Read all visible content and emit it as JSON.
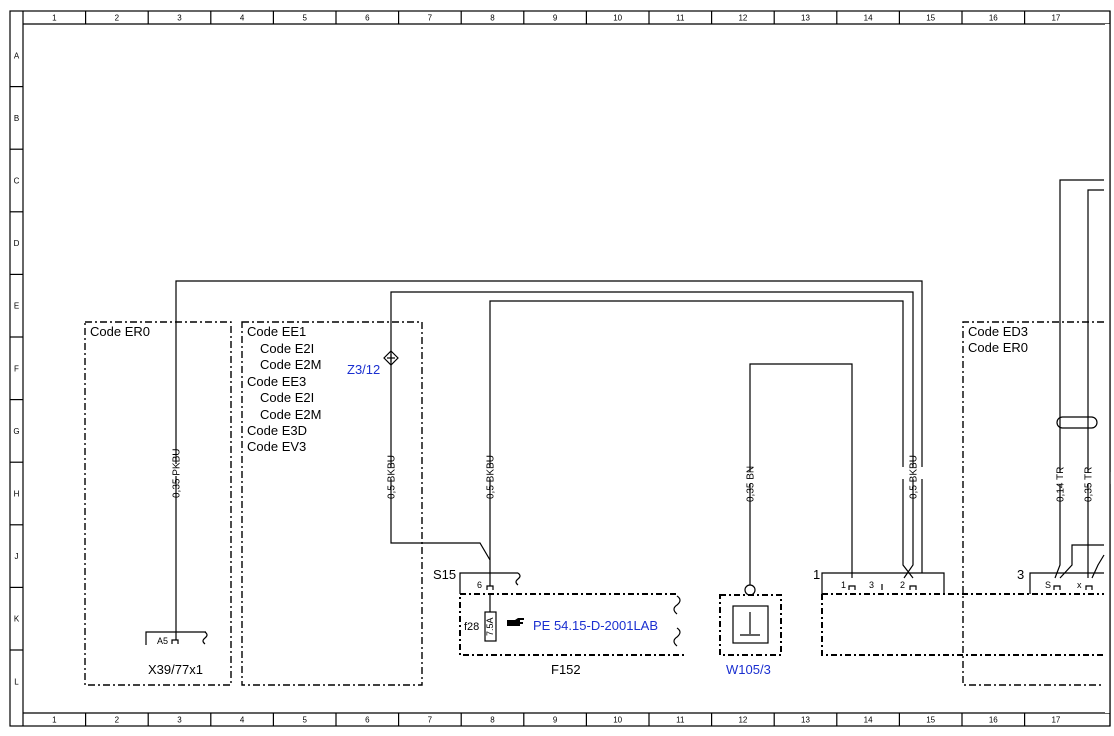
{
  "grid": {
    "columns": [
      "1",
      "2",
      "3",
      "4",
      "5",
      "6",
      "7",
      "8",
      "9",
      "10",
      "11",
      "12",
      "13",
      "14",
      "15",
      "16",
      "17"
    ],
    "rows": [
      "A",
      "B",
      "C",
      "D",
      "E",
      "F",
      "G",
      "H",
      "J",
      "K",
      "L"
    ]
  },
  "boxes": {
    "er0_box": {
      "label": "Code ER0",
      "connector": "X39/77x1",
      "pin": "A5"
    },
    "ee_box": {
      "lines": [
        "Code EE1",
        "Code E2I",
        "Code E2M",
        "Code EE3",
        "Code E2I",
        "Code E2M",
        "Code E3D",
        "Code EV3"
      ]
    },
    "f152": {
      "label": "F152",
      "fuse": "f28",
      "fuse_rating": "7.5A",
      "ref": "PE 54.15-D-2001LAB",
      "connector": "S15",
      "pin": "6"
    },
    "w105": {
      "label": "W105/3"
    },
    "right_module": {
      "label": "1",
      "pins": [
        "1",
        "3",
        "2"
      ]
    },
    "ed3_box": {
      "lines": [
        "Code ED3",
        "Code ER0"
      ],
      "connector": "3",
      "pins": [
        "S",
        "x"
      ]
    }
  },
  "splice": {
    "label": "Z3/12"
  },
  "wires": [
    {
      "id": "w1",
      "label": "0,35 PKBU"
    },
    {
      "id": "w2",
      "label": "0,5 BKBU"
    },
    {
      "id": "w3",
      "label": "0,5 BKBU"
    },
    {
      "id": "w4",
      "label": "0,35 BN"
    },
    {
      "id": "w5",
      "label": "0,5 BKBU"
    },
    {
      "id": "w6",
      "label": "0,14 TR"
    },
    {
      "id": "w7",
      "label": "0,35 TR"
    }
  ]
}
